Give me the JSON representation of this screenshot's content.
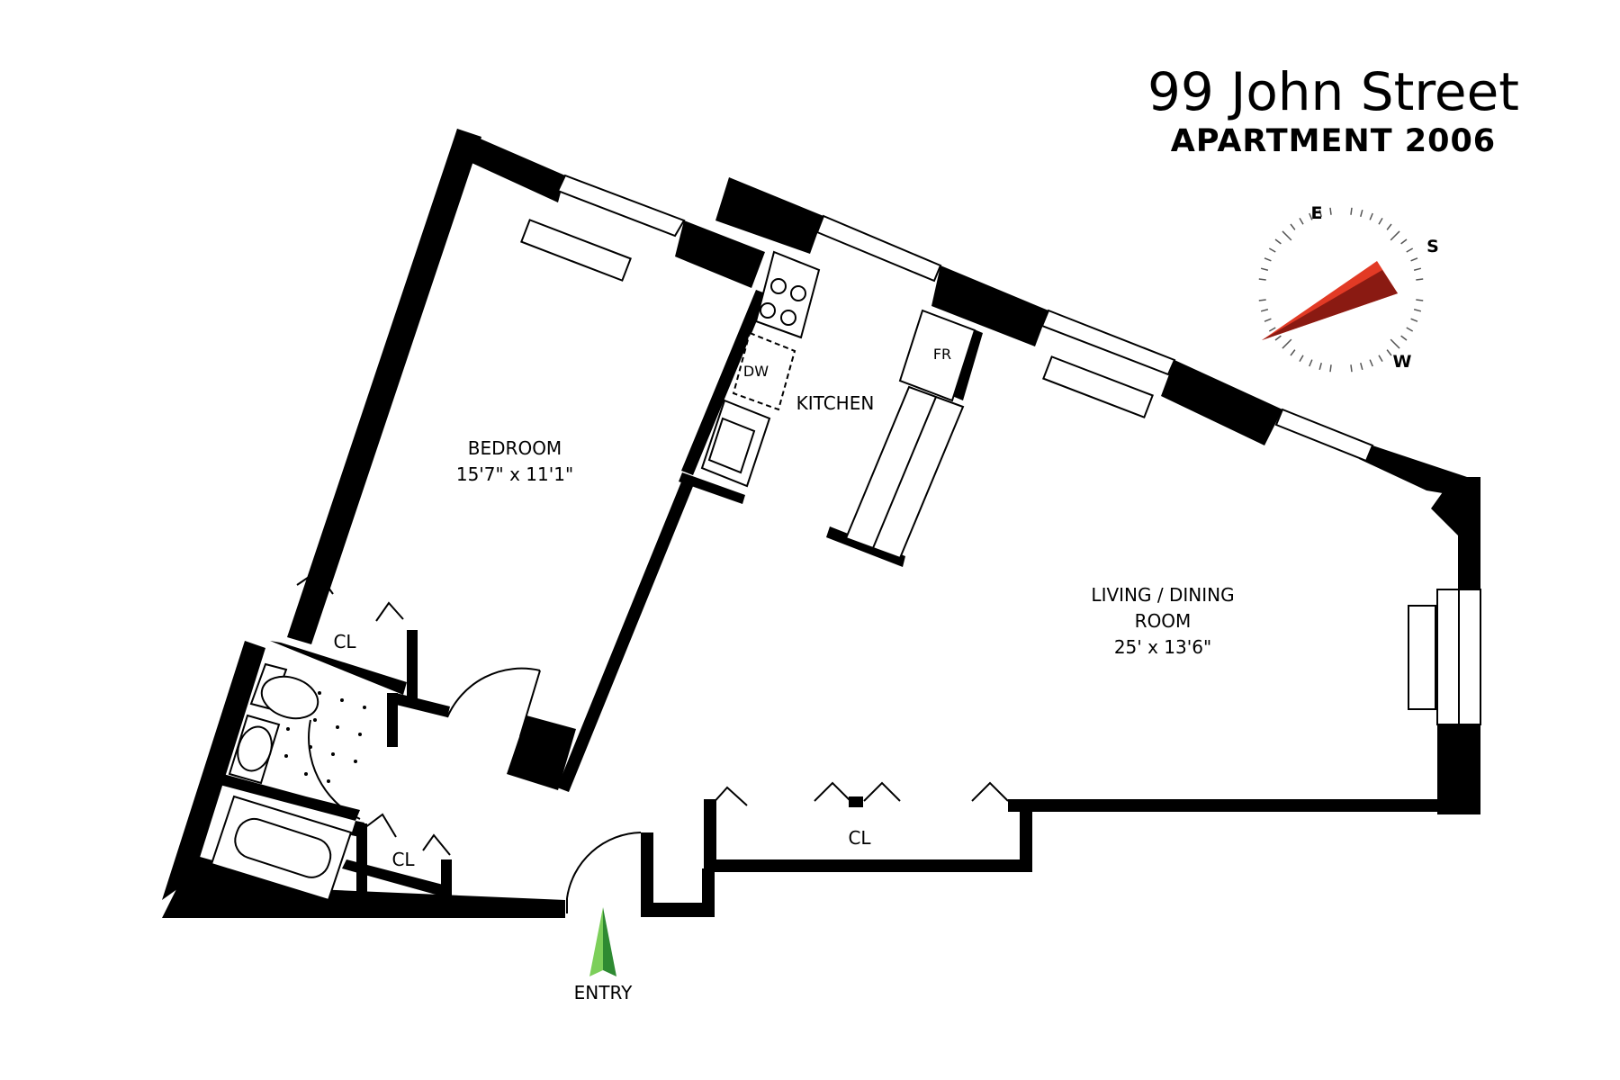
{
  "header": {
    "address": "99 John Street",
    "unit": "APARTMENT 2006"
  },
  "rooms": {
    "bedroom": {
      "name": "BEDROOM",
      "size": "15'7\" x 11'1\""
    },
    "kitchen": {
      "name": "KITCHEN"
    },
    "living": {
      "name_line1": "LIVING / DINING",
      "name_line2": "ROOM",
      "size": "25' x 13'6\""
    },
    "closet_bedroom": "CL",
    "closet_hall": "CL",
    "closet_living": "CL"
  },
  "fixtures": {
    "dishwasher": "DW",
    "fridge": "FR"
  },
  "entry": {
    "label": "ENTRY",
    "arrow_color": "#2e9e3a"
  },
  "compass": {
    "labels": {
      "east": "E",
      "south": "S",
      "west": "W"
    },
    "needle_color": "#d32a1e"
  },
  "colors": {
    "wall": "#000000",
    "background": "#ffffff"
  }
}
